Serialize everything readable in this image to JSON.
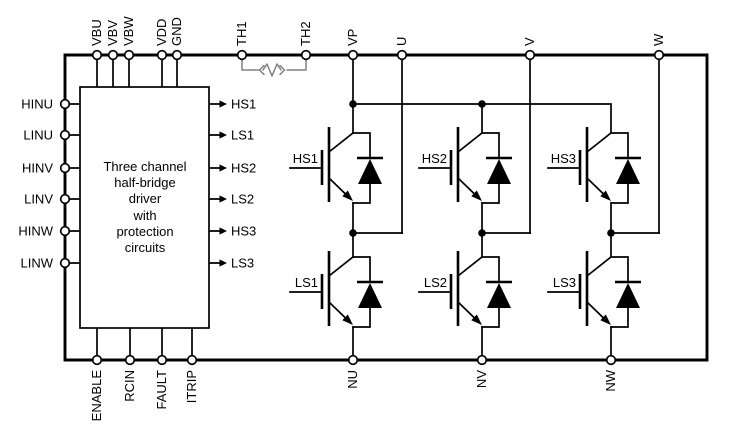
{
  "pins": {
    "top": [
      "VBU",
      "VBV",
      "VBW",
      "VDD",
      "GND",
      "TH1",
      "TH2",
      "VP",
      "U",
      "V",
      "W"
    ],
    "left": [
      "HINU",
      "LINU",
      "HINV",
      "LINV",
      "HINW",
      "LINW"
    ],
    "bottom_control": [
      "ENABLE",
      "RCIN",
      "FAULT",
      "ITRIP"
    ],
    "bottom_phase": [
      "NU",
      "NV",
      "NW"
    ]
  },
  "driver_box": {
    "label_lines": [
      "Three channel",
      "half-bridge",
      "driver",
      "with",
      "protection",
      "circuits"
    ]
  },
  "driver_outputs": [
    "HS1",
    "LS1",
    "HS2",
    "LS2",
    "HS3",
    "LS3"
  ],
  "igbt_labels": {
    "high_side": [
      "HS1",
      "HS2",
      "HS3"
    ],
    "low_side": [
      "LS1",
      "LS2",
      "LS3"
    ]
  },
  "icons": {
    "thermistor": "thermistor-icon",
    "igbt_with_diode": "igbt-diode-icon"
  },
  "colors": {
    "line": "#000000",
    "thermistor_gray": "#808080",
    "background": "#ffffff"
  }
}
